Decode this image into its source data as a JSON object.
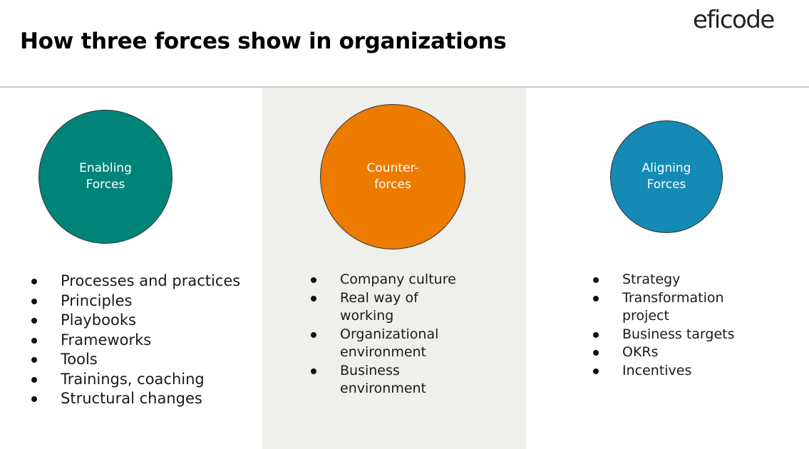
{
  "header": {
    "title": "How three forces show in organizations",
    "logo_text": "eficode"
  },
  "colors": {
    "enabling": "#00847a",
    "counter": "#ec7b00",
    "aligning": "#148ab4",
    "panel_bg": "#efefeb"
  },
  "columns": [
    {
      "circle_lines": [
        "Enabling",
        "Forces"
      ],
      "items": [
        "Processes and practices",
        "Principles",
        "Playbooks",
        "Frameworks",
        "Tools",
        "Trainings, coaching",
        "Structural changes"
      ]
    },
    {
      "circle_lines": [
        "Counter-",
        "forces"
      ],
      "items": [
        "Company culture",
        "Real way of working",
        "Organizational environment",
        "Business environment"
      ]
    },
    {
      "circle_lines": [
        "Aligning",
        "Forces"
      ],
      "items": [
        "Strategy",
        "Transformation project",
        "Business targets",
        "OKRs",
        "Incentives"
      ]
    }
  ]
}
